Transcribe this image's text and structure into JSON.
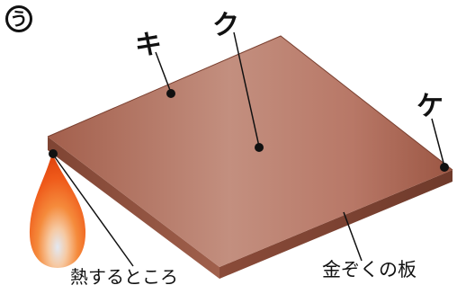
{
  "figure": {
    "marker": "う",
    "points": {
      "ki": "キ",
      "ku": "ク",
      "ke": "ケ"
    },
    "heated_spot_label": "熱するところ",
    "object_label": "金ぞくの板"
  },
  "colors": {
    "plate_top": "#b56f58",
    "plate_edge": "#8c4e3b",
    "flame_outer": "#f25d1c",
    "flame_inner": "#dce4ee",
    "dot": "#111111"
  }
}
